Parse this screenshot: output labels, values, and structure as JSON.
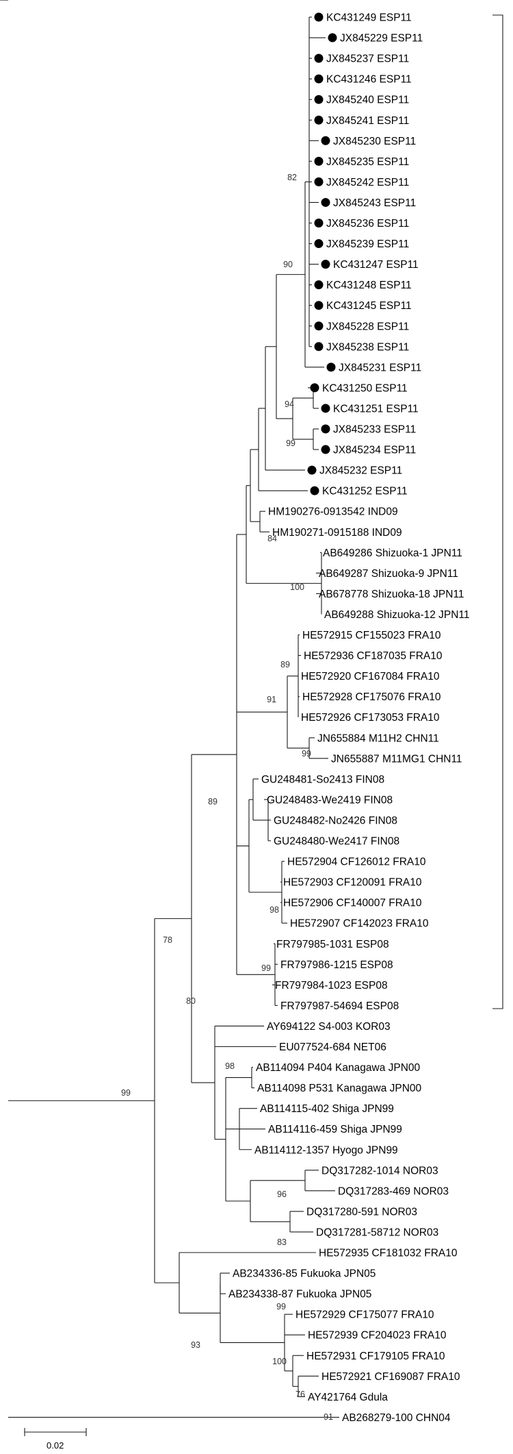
{
  "leaves": [
    {
      "label": "KC431249 ESP11",
      "marker": true
    },
    {
      "label": "JX845229 ESP11",
      "marker": true
    },
    {
      "label": "JX845237 ESP11",
      "marker": true
    },
    {
      "label": "KC431246 ESP11",
      "marker": true
    },
    {
      "label": "JX845240 ESP11",
      "marker": true
    },
    {
      "label": "JX845241 ESP11",
      "marker": true
    },
    {
      "label": "JX845230 ESP11",
      "marker": true
    },
    {
      "label": "JX845235 ESP11",
      "marker": true
    },
    {
      "label": "JX845242 ESP11",
      "marker": true
    },
    {
      "label": "JX845243 ESP11",
      "marker": true
    },
    {
      "label": "JX845236 ESP11",
      "marker": true
    },
    {
      "label": "JX845239 ESP11",
      "marker": true
    },
    {
      "label": "KC431247 ESP11",
      "marker": true
    },
    {
      "label": "KC431248 ESP11",
      "marker": true
    },
    {
      "label": "KC431245 ESP11",
      "marker": true
    },
    {
      "label": "JX845228 ESP11",
      "marker": true
    },
    {
      "label": "JX845238 ESP11",
      "marker": true
    },
    {
      "label": "JX845231 ESP11",
      "marker": true
    },
    {
      "label": "KC431250 ESP11",
      "marker": true
    },
    {
      "label": "KC431251 ESP11",
      "marker": true
    },
    {
      "label": "JX845233 ESP11",
      "marker": true
    },
    {
      "label": "JX845234 ESP11",
      "marker": true
    },
    {
      "label": "JX845232 ESP11",
      "marker": true
    },
    {
      "label": "KC431252 ESP11",
      "marker": true
    },
    {
      "label": "HM190276-0913542 IND09",
      "marker": false
    },
    {
      "label": "HM190271-0915188 IND09",
      "marker": false
    },
    {
      "label": "AB649286 Shizuoka-1 JPN11",
      "marker": false
    },
    {
      "label": "AB649287 Shizuoka-9 JPN11",
      "marker": false
    },
    {
      "label": "AB678778 Shizuoka-18 JPN11",
      "marker": false
    },
    {
      "label": "AB649288 Shizuoka-12 JPN11",
      "marker": false
    },
    {
      "label": "HE572915 CF155023 FRA10",
      "marker": false
    },
    {
      "label": "HE572936 CF187035 FRA10",
      "marker": false
    },
    {
      "label": "HE572920 CF167084 FRA10",
      "marker": false
    },
    {
      "label": "HE572928 CF175076 FRA10",
      "marker": false
    },
    {
      "label": "HE572926 CF173053 FRA10",
      "marker": false
    },
    {
      "label": "JN655884 M11H2 CHN11",
      "marker": false
    },
    {
      "label": "JN655887 M11MG1 CHN11",
      "marker": false
    },
    {
      "label": "GU248481-So2413 FIN08",
      "marker": false
    },
    {
      "label": "GU248483-We2419 FIN08",
      "marker": false
    },
    {
      "label": "GU248482-No2426 FIN08",
      "marker": false
    },
    {
      "label": "GU248480-We2417 FIN08",
      "marker": false
    },
    {
      "label": "HE572904 CF126012 FRA10",
      "marker": false
    },
    {
      "label": "HE572903 CF120091 FRA10",
      "marker": false
    },
    {
      "label": "HE572906 CF140007 FRA10",
      "marker": false
    },
    {
      "label": "HE572907 CF142023 FRA10",
      "marker": false
    },
    {
      "label": "FR797985-1031 ESP08",
      "marker": false
    },
    {
      "label": "FR797986-1215 ESP08",
      "marker": false
    },
    {
      "label": "FR797984-1023 ESP08",
      "marker": false
    },
    {
      "label": "FR797987-54694 ESP08",
      "marker": false
    },
    {
      "label": "AY694122 S4-003 KOR03",
      "marker": false
    },
    {
      "label": "EU077524-684 NET06",
      "marker": false
    },
    {
      "label": "AB114094 P404 Kanagawa JPN00",
      "marker": false
    },
    {
      "label": "AB114098 P531 Kanagawa JPN00",
      "marker": false
    },
    {
      "label": "AB114115-402 Shiga JPN99",
      "marker": false
    },
    {
      "label": "AB114116-459 Shiga JPN99",
      "marker": false
    },
    {
      "label": "AB114112-1357 Hyogo JPN99",
      "marker": false
    },
    {
      "label": "DQ317282-1014 NOR03",
      "marker": false
    },
    {
      "label": "DQ317283-469 NOR03",
      "marker": false
    },
    {
      "label": "DQ317280-591 NOR03",
      "marker": false
    },
    {
      "label": "DQ317281-58712 NOR03",
      "marker": false
    },
    {
      "label": "HE572935 CF181032 FRA10",
      "marker": false
    },
    {
      "label": "AB234336-85 Fukuoka JPN05",
      "marker": false
    },
    {
      "label": "AB234338-87 Fukuoka JPN05",
      "marker": false
    },
    {
      "label": "HE572929 CF175077 FRA10",
      "marker": false
    },
    {
      "label": "HE572939 CF204023 FRA10",
      "marker": false
    },
    {
      "label": "HE572931 CF179105 FRA10",
      "marker": false
    },
    {
      "label": "HE572921 CF169087 FRA10",
      "marker": false
    },
    {
      "label": "AY421764 Gdula",
      "marker": false
    },
    {
      "label": "AB268279-100 CHN04",
      "marker": false
    }
  ],
  "bootstrap_values": [
    "82",
    "90",
    "94",
    "99",
    "84",
    "100",
    "89",
    "91",
    "99",
    "89",
    "98",
    "99",
    "78",
    "80",
    "98",
    "96",
    "83",
    "99",
    "99",
    "93",
    "100",
    "76",
    "91"
  ],
  "scale_bar": {
    "label": "0.02"
  }
}
